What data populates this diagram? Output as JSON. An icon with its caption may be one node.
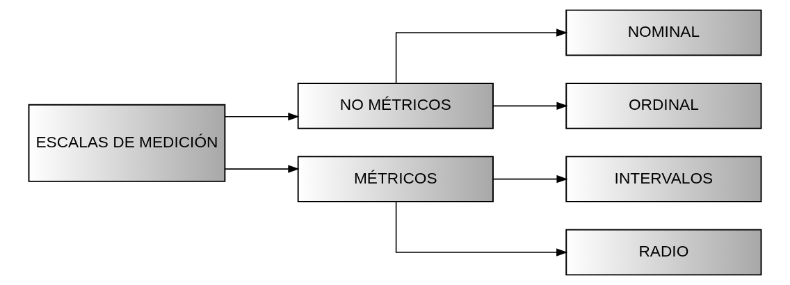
{
  "diagram": {
    "nodes": [
      {
        "text": [
          "ESCALAS DE MEDICIÓN"
        ]
      },
      {
        "text": [
          "NO MÉTRICOS"
        ]
      },
      {
        "text": [
          "MÉTRICOS"
        ]
      },
      {
        "text": [
          "NOMINAL"
        ]
      },
      {
        "text": [
          "ORDINAL"
        ]
      },
      {
        "text": [
          "INTERVALOS"
        ]
      },
      {
        "text": [
          "RADIO"
        ]
      }
    ],
    "edges": [
      {
        "from": 0,
        "to": 1,
        "arrow": "to"
      },
      {
        "from": 0,
        "to": 2,
        "arrow": "to"
      },
      {
        "from": 1,
        "to": 3,
        "arrow": "to"
      },
      {
        "from": 1,
        "to": 4,
        "arrow": "to"
      },
      {
        "from": 2,
        "to": 5,
        "arrow": "to"
      },
      {
        "from": 2,
        "to": 6,
        "arrow": "to"
      }
    ]
  }
}
